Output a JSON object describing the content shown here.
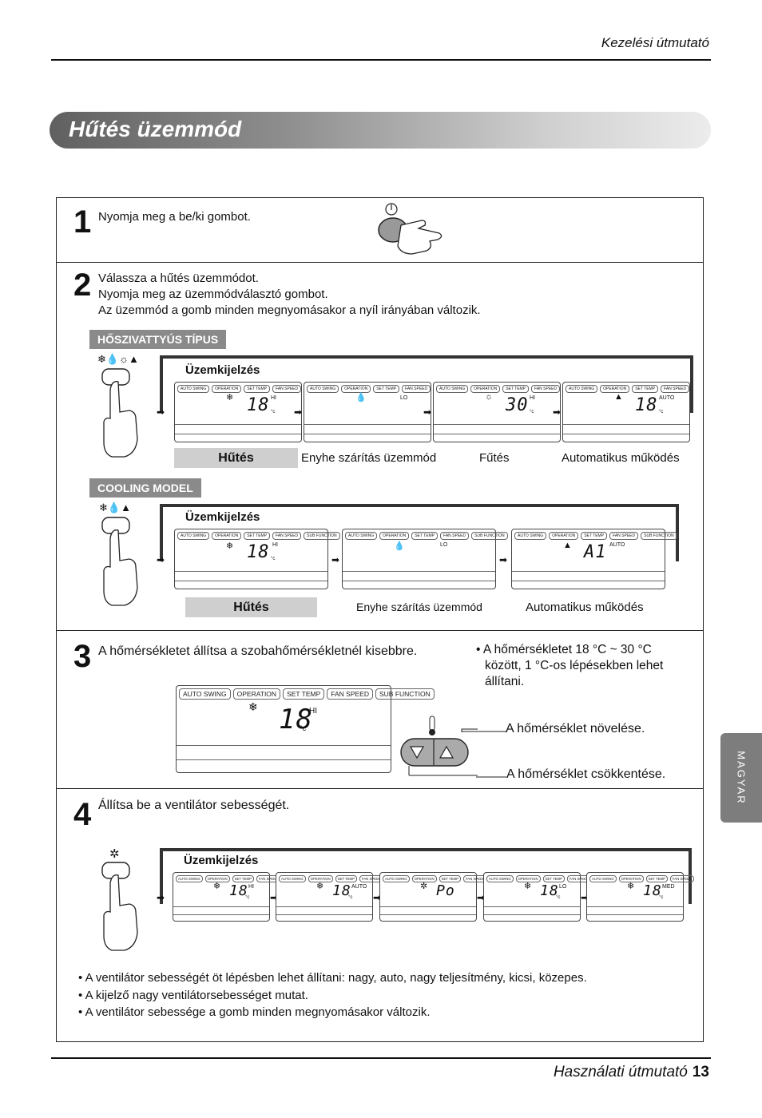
{
  "header": {
    "title": "Kezelési útmutató"
  },
  "section_title": "Hűtés üzemmód",
  "steps": {
    "s1": {
      "num": "1",
      "text": "Nyomja meg a be/ki gombot."
    },
    "s2": {
      "num": "2",
      "lines": [
        "Válassza a hűtés üzemmódot.",
        "Nyomja meg az üzemmódválasztó gombot.",
        "Az üzemmód a gomb minden megnyomásakor a nyíl irányában változik."
      ],
      "heatpump": {
        "tag": "HŐSZIVATTYÚS TÍPUS",
        "display_label": "Üzemkijelzés",
        "mode_icons": "❄💧☼▲",
        "captions": [
          "Hűtés",
          "Enyhe szárítás üzemmód",
          "Fűtés",
          "Automatikus működés"
        ]
      },
      "cooling": {
        "tag": "COOLING MODEL",
        "display_label": "Üzemkijelzés",
        "mode_icons": "❄💧▲",
        "captions": [
          "Hűtés",
          "Enyhe szárítás üzemmód",
          "Automatikus működés"
        ]
      }
    },
    "s3": {
      "num": "3",
      "text": "A hőmérsékletet állítsa a szobahőmérsékletnél kisebbre.",
      "note": [
        "• A hőmérsékletet 18 °C ~ 30 °C",
        "között, 1 °C-os lépésekben lehet",
        "állítani."
      ],
      "increase": "A hőmérséklet növelése.",
      "decrease": "A hőmérséklet csökkentése."
    },
    "s4": {
      "num": "4",
      "text": "Állítsa be a ventilátor sebességét.",
      "display_label": "Üzemkijelzés",
      "bullets": [
        "• A ventilátor sebességét öt lépésben lehet állítani: nagy, auto, nagy teljesítmény, kicsi, közepes.",
        "• A kijelző nagy ventilátorsebességet mutat.",
        "• A ventilátor sebessége a gomb minden megnyomásakor változik."
      ]
    }
  },
  "lcd": {
    "tabs4": [
      "AUTO SWING",
      "OPERATION",
      "SET TEMP",
      "FAN SPEED"
    ],
    "tabs5": [
      "AUTO SWING",
      "OPERATION",
      "SET TEMP",
      "FAN SPEED",
      "SUB FUNCTION"
    ],
    "unit": "°c",
    "hp": [
      {
        "mode": "❄",
        "temp": "18",
        "fan": "HI"
      },
      {
        "mode": "💧",
        "temp": "",
        "fan": "LO"
      },
      {
        "mode": "☼",
        "temp": "30",
        "fan": "HI"
      },
      {
        "mode": "▲",
        "temp": "18",
        "fan": "AUTO"
      }
    ],
    "cool": [
      {
        "mode": "❄",
        "temp": "18",
        "fan": "HI"
      },
      {
        "mode": "💧",
        "temp": "",
        "fan": "LO"
      },
      {
        "mode": "▲",
        "temp": "A1",
        "fan": "AUTO"
      }
    ],
    "big": {
      "mode": "❄",
      "temp": "18",
      "fan": "HI"
    },
    "fan_seq": [
      {
        "mode": "❄",
        "temp": "18",
        "fan": "HI"
      },
      {
        "mode": "❄",
        "temp": "18",
        "fan": "AUTO"
      },
      {
        "mode": "✲",
        "temp": "Po",
        "fan": ""
      },
      {
        "mode": "❄",
        "temp": "18",
        "fan": "LO"
      },
      {
        "mode": "❄",
        "temp": "18",
        "fan": "MED"
      }
    ]
  },
  "side_tab": "MAGYAR",
  "footer": {
    "text": "Használati útmutató",
    "page": "13"
  },
  "power_icon": "⏻",
  "fan_icon": "✲"
}
